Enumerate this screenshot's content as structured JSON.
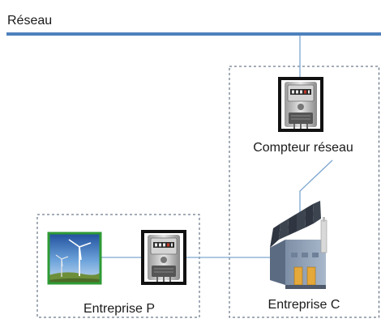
{
  "network": {
    "label": "Réseau",
    "line_color": "#4f81bd"
  },
  "grid_meter": {
    "label": "Compteur réseau",
    "icon": "electricity-meter-icon"
  },
  "company_c": {
    "label": "Entreprise C",
    "icon": "factory-icon"
  },
  "company_p": {
    "label": "Entreprise P",
    "icon": "wind-turbine-icon",
    "meter_icon": "electricity-meter-icon"
  },
  "colors": {
    "connector": "#7ea6cf",
    "dashed_border": "#4a5a6e",
    "turbine_frame": "#2e9a35",
    "meter_frame": "#111111"
  }
}
